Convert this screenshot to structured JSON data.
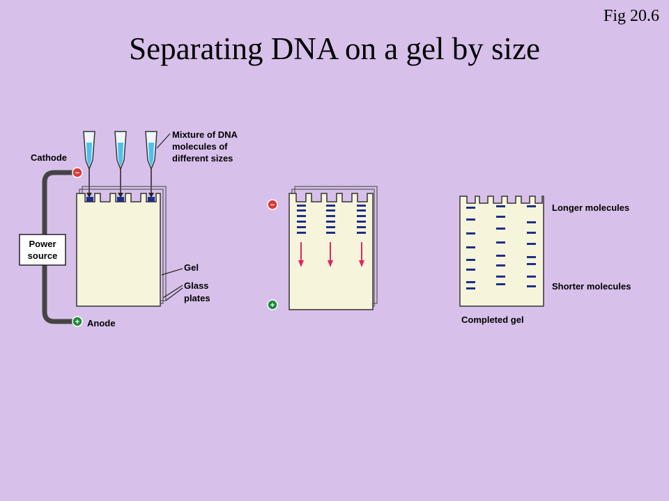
{
  "fig_label": "Fig 20.6",
  "title": "Separating DNA on a gel by size",
  "labels": {
    "cathode": "Cathode",
    "anode": "Anode",
    "mixture_line1": "Mixture of DNA",
    "mixture_line2": "molecules of",
    "mixture_line3": "different sizes",
    "power_line1": "Power",
    "power_line2": "source",
    "gel": "Gel",
    "glass_line1": "Glass",
    "glass_line2": "plates",
    "longer": "Longer molecules",
    "shorter": "Shorter molecules",
    "completed": "Completed gel"
  },
  "symbols": {
    "minus": "−",
    "plus": "+"
  },
  "colors": {
    "background": "#d7c0ea",
    "gel_fill": "#f7f4dc",
    "band": "#1b2f86",
    "arrow": "#e0245e",
    "cathode": "#d83a3a",
    "anode": "#1f8a3a",
    "sample": "#4fc0ee"
  }
}
